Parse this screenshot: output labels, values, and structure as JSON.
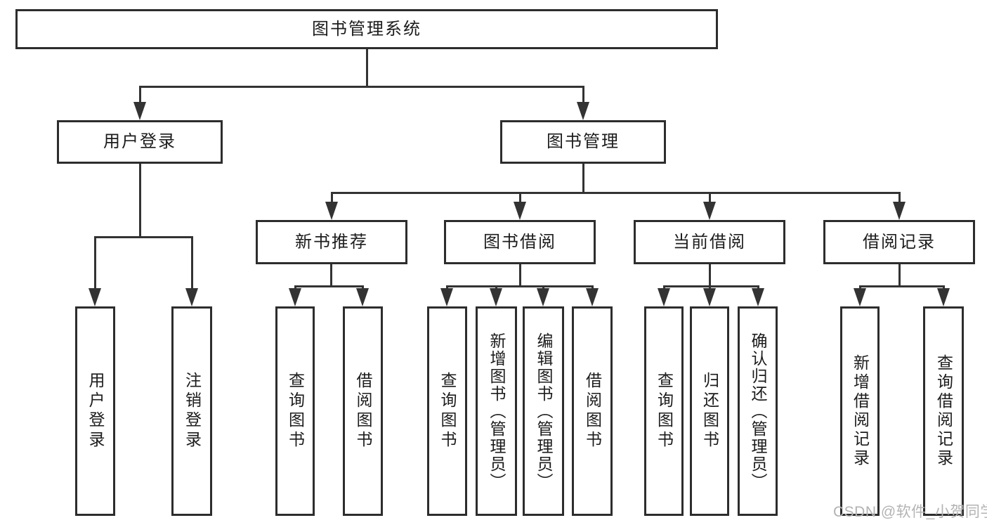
{
  "colors": {
    "line": "#333333",
    "box_border": "#2d2d2d",
    "text": "#1c1c1c",
    "watermark": "#b3b3b3",
    "background": "#ffffff"
  },
  "watermark": "CSDN @软件_小贺同学",
  "tree": {
    "root": {
      "label": "图书管理系统"
    },
    "user_login": {
      "label": "用户登录"
    },
    "book_mgmt": {
      "label": "图书管理"
    },
    "new_books": {
      "label": "新书推荐"
    },
    "book_borrow": {
      "label": "图书借阅"
    },
    "current_borrow": {
      "label": "当前借阅"
    },
    "borrow_records": {
      "label": "借阅记录"
    },
    "leaf_user_login": {
      "label": "用户登录"
    },
    "leaf_logout": {
      "label": "注销登录"
    },
    "leaf_nb_search": {
      "label": "查询图书"
    },
    "leaf_nb_borrow": {
      "label": "借阅图书"
    },
    "leaf_bb_search": {
      "label": "查询图书"
    },
    "leaf_bb_add": {
      "label": "新增图书（管理员）"
    },
    "leaf_bb_edit": {
      "label": "编辑图书（管理员）"
    },
    "leaf_bb_borrow": {
      "label": "借阅图书"
    },
    "leaf_cb_search": {
      "label": "查询图书"
    },
    "leaf_cb_return": {
      "label": "归还图书"
    },
    "leaf_cb_confirm": {
      "label": "确认归还（管理员）"
    },
    "leaf_br_add": {
      "label": "新增借阅记录"
    },
    "leaf_br_search": {
      "label": "查询借阅记录"
    }
  }
}
